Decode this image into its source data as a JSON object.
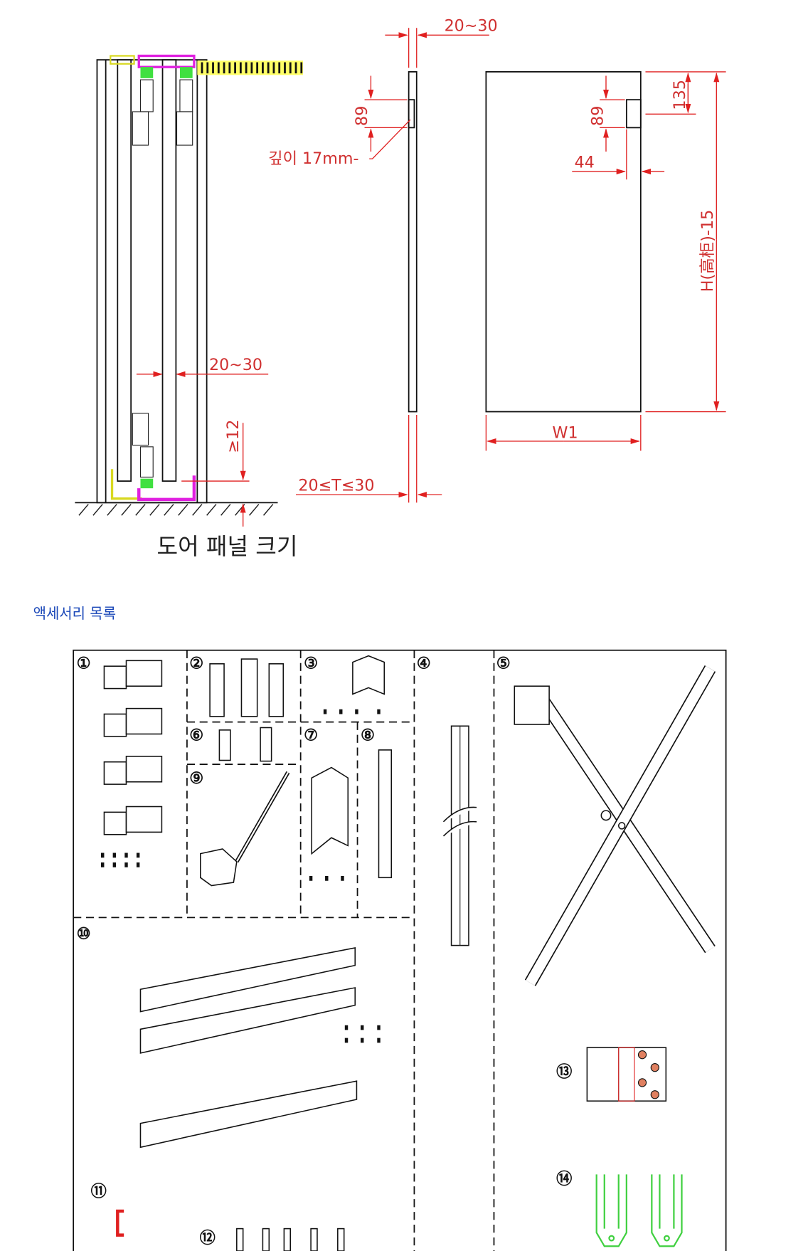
{
  "diagram": {
    "caption": "도어 패널 크기",
    "dimensions": {
      "side_gap_top": "20~30",
      "panel_gap": "20~30",
      "floor_clearance": "≥12",
      "hinge_height_side": "89",
      "depth_note": "깊이 17mm-",
      "thickness": "20≤T≤30",
      "hinge_height_front": "89",
      "hinge_offset_top": "135",
      "hinge_offset_edge": "44",
      "panel_height": "H(高柜)-15",
      "panel_width": "W1"
    }
  },
  "accessories": {
    "heading": "액세서리 목록",
    "heading_color": "#1a47b8",
    "items": [
      "①",
      "②",
      "③",
      "④",
      "⑤",
      "⑥",
      "⑦",
      "⑧",
      "⑨",
      "⑩",
      "⑪",
      "⑫",
      "⑬",
      "⑭"
    ]
  }
}
